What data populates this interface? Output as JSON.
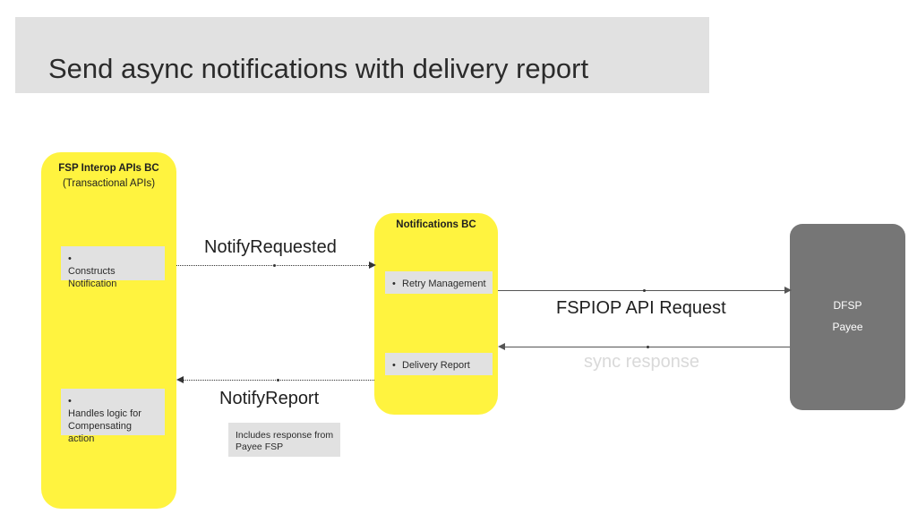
{
  "title": {
    "text": "Send async notifications with delivery report",
    "banner_color": "#e1e1e1"
  },
  "colors": {
    "bounded_context": "#fff33f",
    "external_system": "#767676",
    "item_background": "#e1e1e1",
    "muted_label": "#d9d9d9",
    "arrow": "#333333"
  },
  "contexts": [
    {
      "name": "fsp-interop-apis-bc",
      "title": "FSP Interop APIs BC",
      "subtitle": "(Transactional APIs)",
      "items": [
        {
          "bullet": "•",
          "text": "Constructs Notification"
        },
        {
          "bullet": "•",
          "text": "Handles logic for Compensating action"
        }
      ]
    },
    {
      "name": "notifications-bc",
      "title": "Notifications BC",
      "subtitle": "",
      "items": [
        {
          "bullet": "•",
          "text": "Retry Management"
        },
        {
          "bullet": "•",
          "text": "Delivery Report"
        }
      ]
    }
  ],
  "external": {
    "name": "dfsp-payee",
    "line1": "DFSP",
    "line2": "Payee"
  },
  "flows": [
    {
      "name": "notify-requested",
      "label": "NotifyRequested",
      "style": "dotted",
      "direction": "right"
    },
    {
      "name": "notify-report",
      "label": "NotifyReport",
      "style": "dotted",
      "direction": "left"
    },
    {
      "name": "fspiop-api-request",
      "label": "FSPIOP API Request",
      "style": "solid",
      "direction": "right"
    },
    {
      "name": "sync-response",
      "label": "sync response",
      "style": "solid",
      "direction": "left"
    }
  ],
  "note": {
    "name": "notify-report-note",
    "text": "Includes response from Payee FSP"
  }
}
